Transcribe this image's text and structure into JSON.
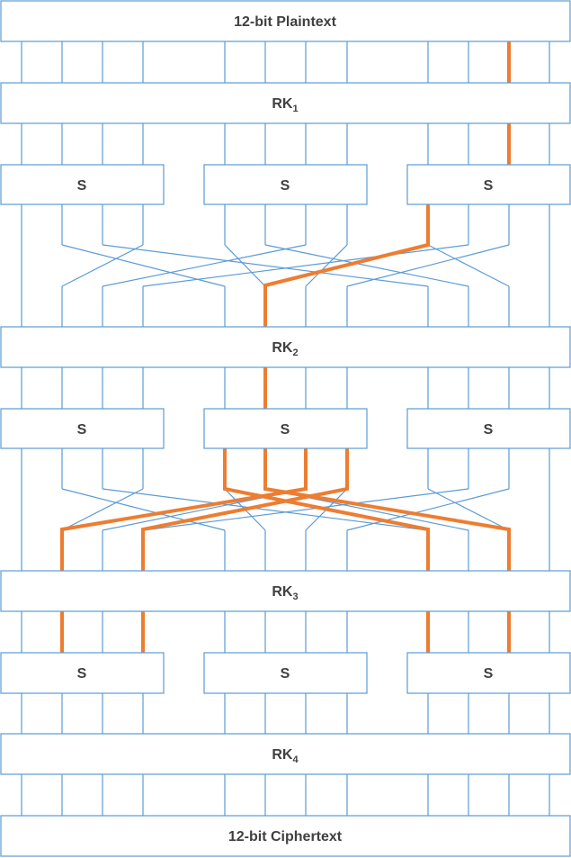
{
  "blocks": {
    "plaintext": "12-bit Plaintext",
    "ciphertext": "12-bit Ciphertext",
    "round_keys": [
      {
        "base": "RK",
        "index": "1"
      },
      {
        "base": "RK",
        "index": "2"
      },
      {
        "base": "RK",
        "index": "3"
      },
      {
        "base": "RK",
        "index": "4"
      }
    ],
    "sbox_label": "S"
  },
  "colors": {
    "wire": "#5b9bd5",
    "highlighted_trail": "#ed7d31",
    "text": "#404040"
  }
}
